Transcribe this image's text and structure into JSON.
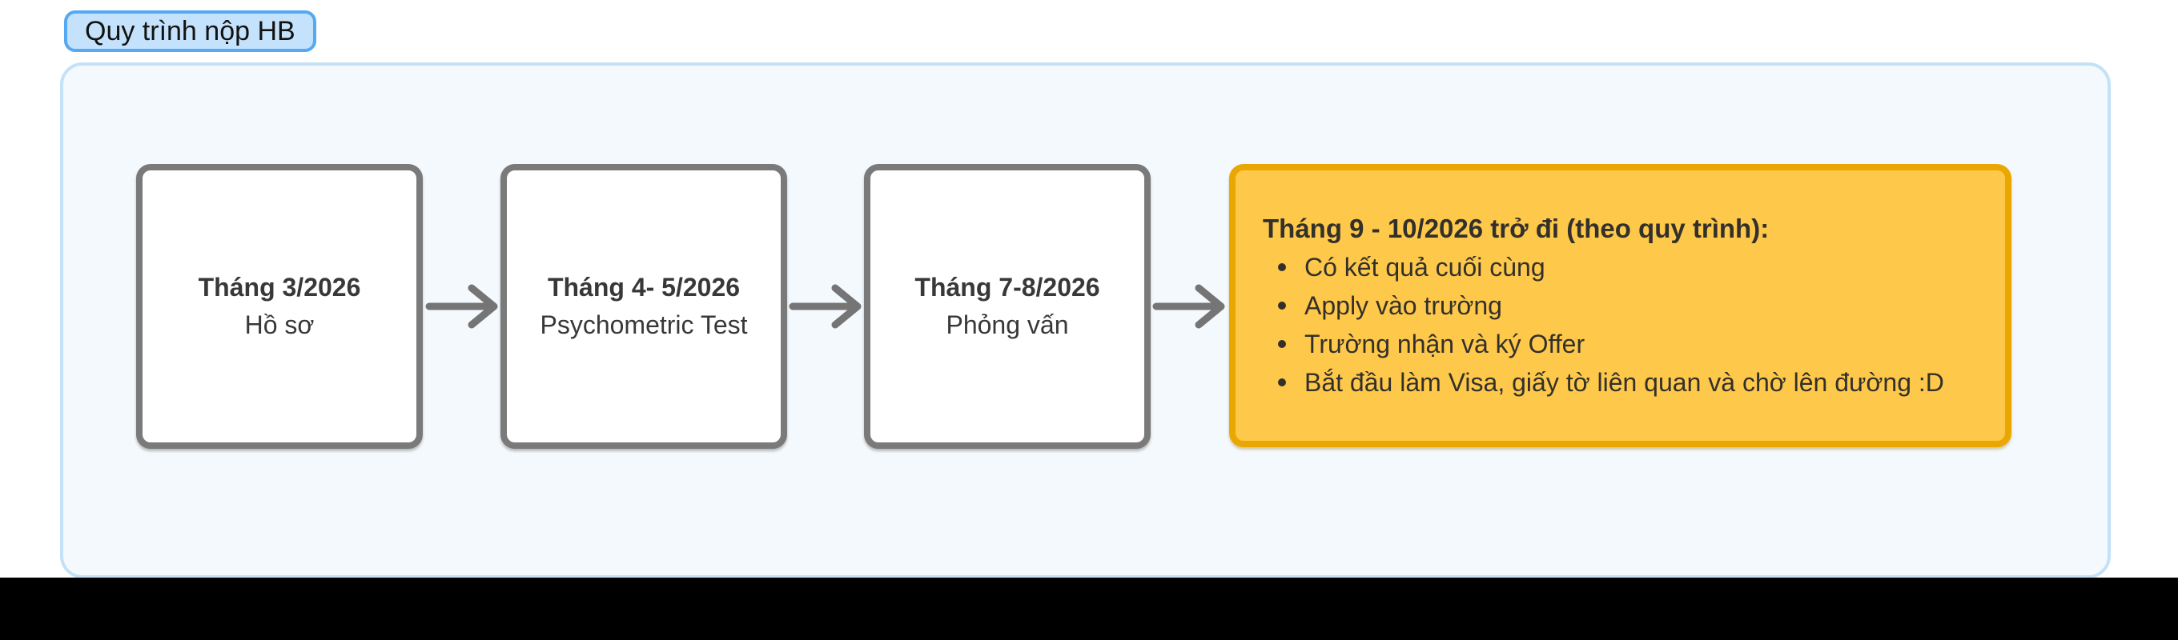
{
  "label": {
    "text": "Quy trình nộp HB"
  },
  "flow": {
    "steps": [
      {
        "title": "Tháng 3/2026",
        "subtitle": "Hồ sơ"
      },
      {
        "title": "Tháng 4- 5/2026",
        "subtitle": "Psychometric Test"
      },
      {
        "title": "Tháng 7-8/2026",
        "subtitle": "Phỏng vấn"
      }
    ],
    "arrows": [
      "arrow-right-icon",
      "arrow-right-icon",
      "arrow-right-icon"
    ],
    "result": {
      "title": "Tháng 9 - 10/2026 trở đi (theo quy trình):",
      "bullets": [
        "Có kết quả cuối cùng",
        "Apply vào trường",
        "Trường nhận và ký Offer",
        "Bắt đầu làm Visa, giấy tờ liên quan và chờ lên đường :D"
      ]
    }
  },
  "colors": {
    "page-bg": "#ffffff",
    "bottom-bar": "#000000",
    "pill-bg": "#c4e2fb",
    "pill-border": "#55a8f2",
    "panel-bg": "#f4f9fd",
    "panel-border": "#c3e1f7",
    "step-bg": "#ffffff",
    "step-border": "#7a7a7a",
    "arrow": "#757575",
    "result-bg": "#fec84a",
    "result-border": "#eba701",
    "text": "#383838",
    "result-text": "#33302b"
  }
}
